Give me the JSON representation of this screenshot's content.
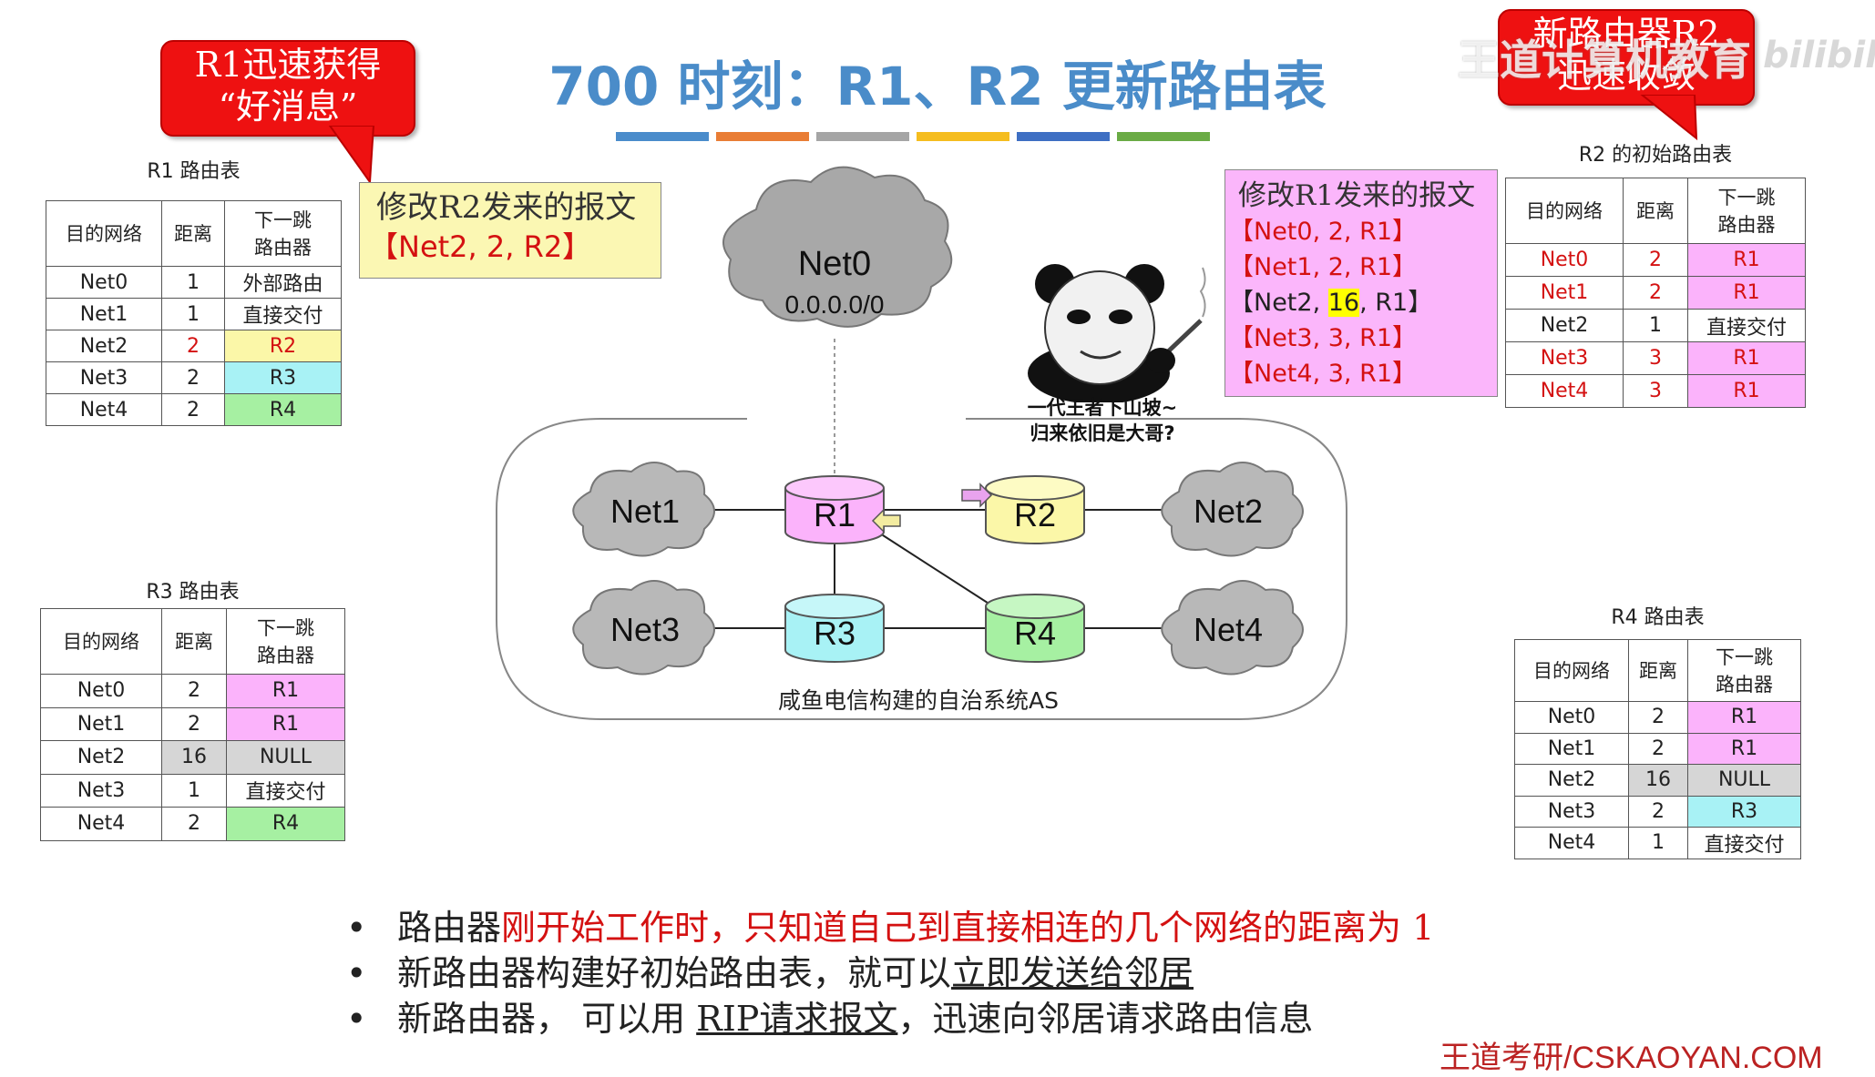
{
  "title": "700 时刻：R1、R2 更新路由表",
  "title_bar_colors": [
    "#4a8ccb",
    "#e97d35",
    "#a5a5a5",
    "#f5bd1f",
    "#3e6fc3",
    "#6aab45"
  ],
  "callout_r1": "R1迅速获得\n“好消息”",
  "callout_r2": "新路由器R2\n迅速收敛",
  "watermark": "王道计算机教育",
  "watermark_logo": "bilibili",
  "msg_r2": {
    "heading": "修改R2发来的报文",
    "lines": [
      "【Net2, 2, R2】"
    ]
  },
  "msg_r1": {
    "heading": "修改R1发来的报文",
    "lines": [
      "【Net0, 2, R1】",
      "【Net1, 2, R1】",
      "【Net2, 16, R1】",
      "【Net3, 3, R1】",
      "【Net4, 3, R1】"
    ],
    "line3_parts": [
      "【Net2, ",
      "16",
      ", R1】"
    ]
  },
  "meme_caption": [
    "一代王者下山坡~",
    "归来依旧是大哥?"
  ],
  "headers": {
    "dest": "目的网络",
    "dist": "距离",
    "next": [
      "下一跳",
      "路由器"
    ]
  },
  "r1_table": {
    "caption": "R1 路由表",
    "rows": [
      {
        "net": "Net0",
        "dist": "1",
        "next": "外部路由"
      },
      {
        "net": "Net1",
        "dist": "1",
        "next": "直接交付"
      },
      {
        "net": "Net2",
        "dist": "2",
        "next": "R2"
      },
      {
        "net": "Net3",
        "dist": "2",
        "next": "R3"
      },
      {
        "net": "Net4",
        "dist": "2",
        "next": "R4"
      }
    ]
  },
  "r2_table": {
    "caption": "R2 的初始路由表",
    "rows": [
      {
        "net": "Net0",
        "dist": "2",
        "next": "R1"
      },
      {
        "net": "Net1",
        "dist": "2",
        "next": "R1"
      },
      {
        "net": "Net2",
        "dist": "1",
        "next": "直接交付"
      },
      {
        "net": "Net3",
        "dist": "3",
        "next": "R1"
      },
      {
        "net": "Net4",
        "dist": "3",
        "next": "R1"
      }
    ]
  },
  "r3_table": {
    "caption": "R3 路由表",
    "rows": [
      {
        "net": "Net0",
        "dist": "2",
        "next": "R1"
      },
      {
        "net": "Net1",
        "dist": "2",
        "next": "R1"
      },
      {
        "net": "Net2",
        "dist": "16",
        "next": "NULL"
      },
      {
        "net": "Net3",
        "dist": "1",
        "next": "直接交付"
      },
      {
        "net": "Net4",
        "dist": "2",
        "next": "R4"
      }
    ]
  },
  "r4_table": {
    "caption": "R4 路由表",
    "rows": [
      {
        "net": "Net0",
        "dist": "2",
        "next": "R1"
      },
      {
        "net": "Net1",
        "dist": "2",
        "next": "R1"
      },
      {
        "net": "Net2",
        "dist": "16",
        "next": "NULL"
      },
      {
        "net": "Net3",
        "dist": "2",
        "next": "R3"
      },
      {
        "net": "Net4",
        "dist": "1",
        "next": "直接交付"
      }
    ]
  },
  "diagram": {
    "net0_name": "Net0",
    "net0_addr": "0.0.0.0/0",
    "nets": [
      "Net1",
      "Net2",
      "Net3",
      "Net4"
    ],
    "routers": [
      "R1",
      "R2",
      "R3",
      "R4"
    ],
    "as_label": "咸鱼电信构建的自治系统AS"
  },
  "bullets": {
    "b1": [
      "路由器",
      "刚开始工作时，只知道自己到直接相连的几个网络的距离为 1"
    ],
    "b2": [
      "新路由器构建好初始路由表，就可以",
      "立即发送给邻居"
    ],
    "b3": [
      "新路由器，  可以用 ",
      "RIP请求报文",
      "，迅速向邻居请求路由信息"
    ]
  },
  "footer": "王道考研/CSKAOYAN.COM"
}
